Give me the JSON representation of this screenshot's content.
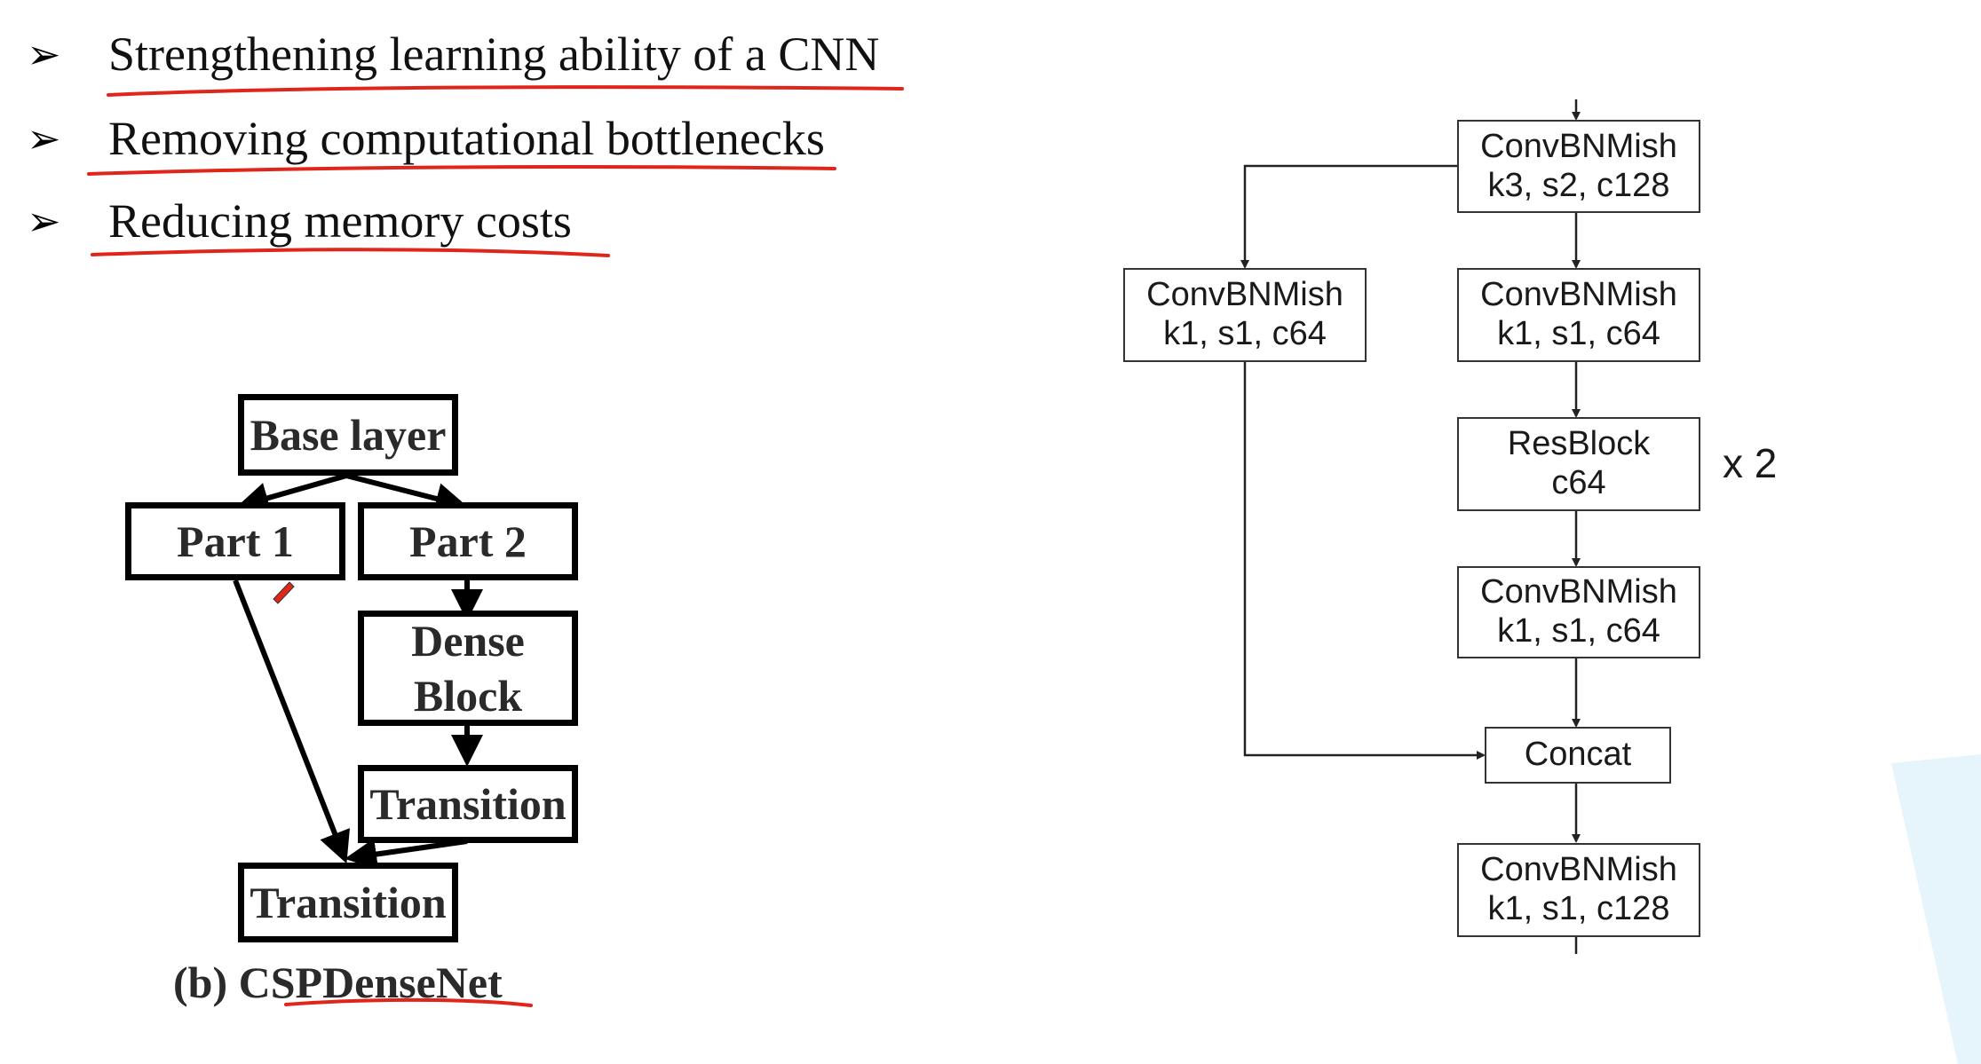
{
  "bullets": [
    {
      "text": "Strengthening learning ability of a CNN"
    },
    {
      "text": "Removing computational bottlenecks"
    },
    {
      "text": "Reducing memory costs"
    }
  ],
  "csp_diagram": {
    "base_layer": "Base layer",
    "part1": "Part 1",
    "part2": "Part 2",
    "dense_block_line1": "Dense",
    "dense_block_line2": "Block",
    "transition_inner": "Transition",
    "transition_outer": "Transition",
    "caption": "(b) CSPDenseNet"
  },
  "flow_diagram": {
    "conv_top": {
      "line1": "ConvBNMish",
      "line2": "k3, s2, c128"
    },
    "conv_left": {
      "line1": "ConvBNMish",
      "line2": "k1, s1, c64"
    },
    "conv_right": {
      "line1": "ConvBNMish",
      "line2": "k1, s1, c64"
    },
    "resblock": {
      "line1": "ResBlock",
      "line2": "c64"
    },
    "repeat_label": "x 2",
    "conv_mid": {
      "line1": "ConvBNMish",
      "line2": "k1, s1, c64"
    },
    "concat": "Concat",
    "conv_bottom": {
      "line1": "ConvBNMish",
      "line2": "k1, s1, c128"
    }
  },
  "colors": {
    "underline_red": "#e0261b",
    "decor_blue": "#e6f4fc"
  }
}
